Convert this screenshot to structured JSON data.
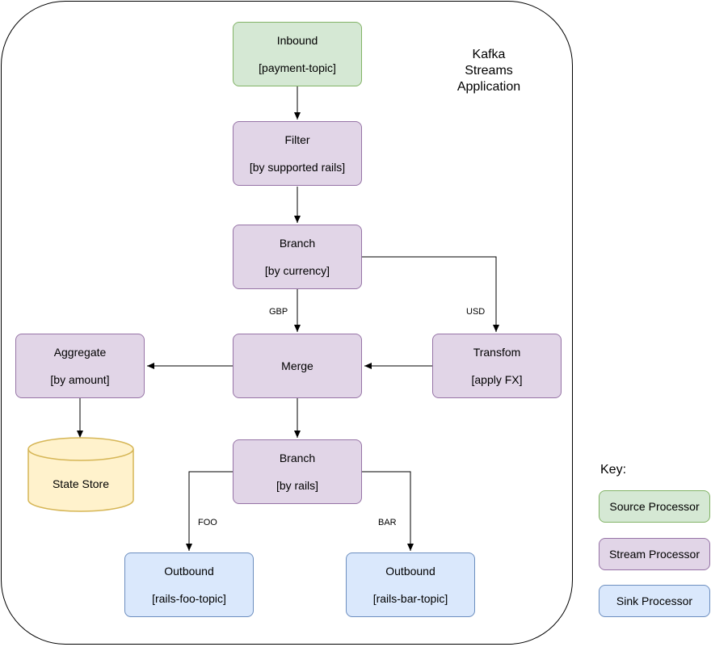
{
  "diagram": {
    "app_title": "Kafka\nStreams\nApplication",
    "nodes": {
      "inbound": {
        "title": "Inbound",
        "detail": "[payment-topic]"
      },
      "filter": {
        "title": "Filter",
        "detail": "[by supported rails]"
      },
      "branch_currency": {
        "title": "Branch",
        "detail": "[by currency]"
      },
      "merge": {
        "title": "Merge"
      },
      "transform": {
        "title": "Transfom",
        "detail": "[apply FX]"
      },
      "aggregate": {
        "title": "Aggregate",
        "detail": "[by amount]"
      },
      "state_store": {
        "title": "State Store"
      },
      "branch_rails": {
        "title": "Branch",
        "detail": "[by rails]"
      },
      "outbound_foo": {
        "title": "Outbound",
        "detail": "[rails-foo-topic]"
      },
      "outbound_bar": {
        "title": "Outbound",
        "detail": "[rails-bar-topic]"
      }
    },
    "edge_labels": {
      "gbp": "GBP",
      "usd": "USD",
      "foo": "FOO",
      "bar": "BAR"
    }
  },
  "key": {
    "title": "Key:",
    "items": [
      {
        "label": "Source Processor",
        "color": "#d5e8d4"
      },
      {
        "label": "Stream Processor",
        "color": "#e1d5e7"
      },
      {
        "label": "Sink Processor",
        "color": "#dae8fc"
      }
    ]
  }
}
